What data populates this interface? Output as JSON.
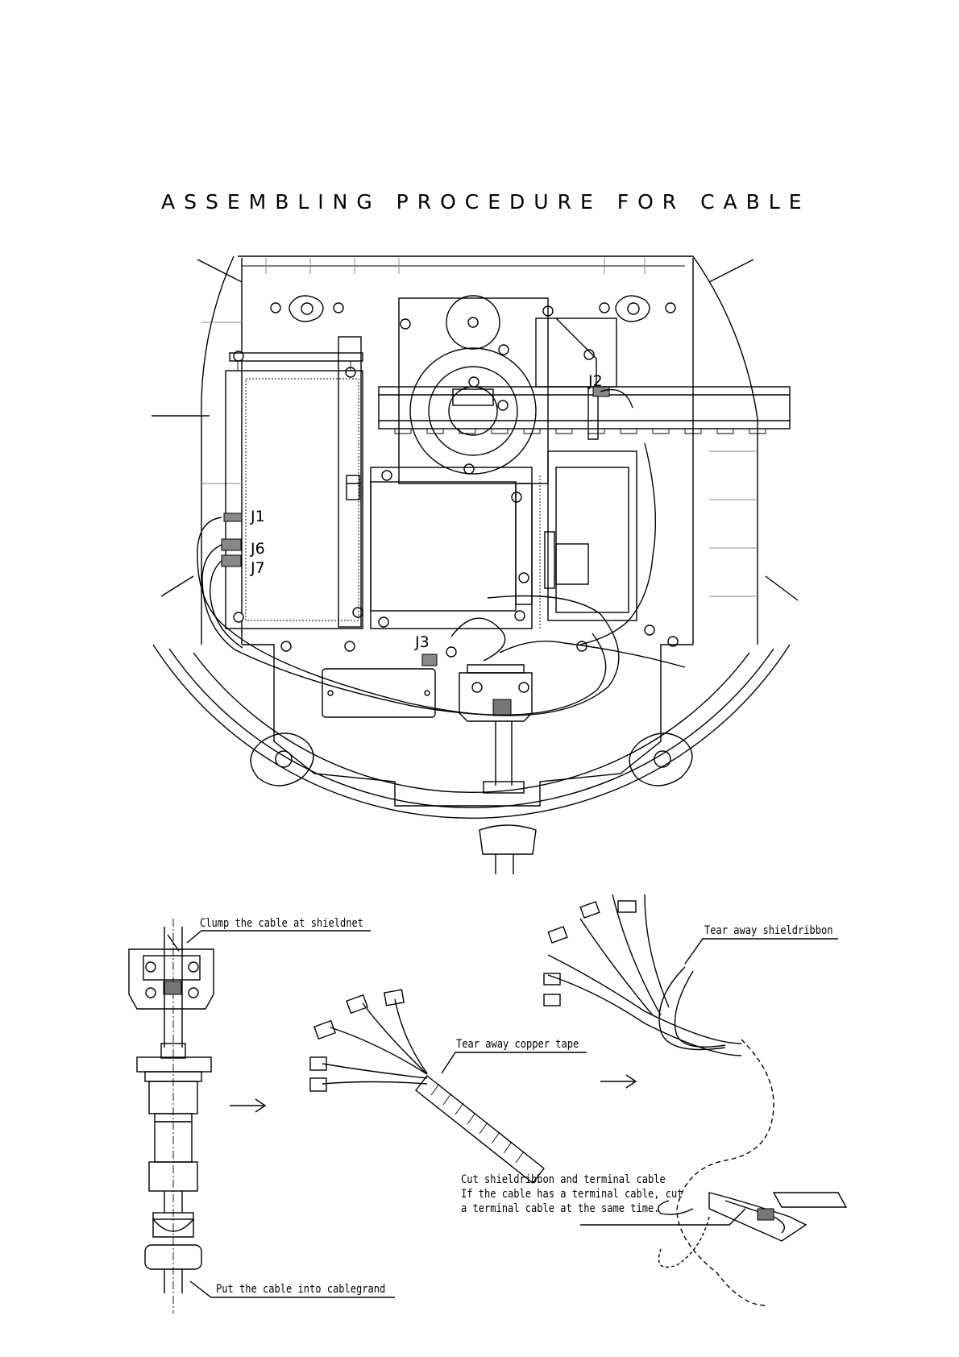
{
  "title": "ASSEMBLING PROCEDURE FOR CABLE",
  "connectors": {
    "j1": "J1",
    "j2": "J2",
    "j3": "J3",
    "j6": "J6",
    "j7": "J7"
  },
  "notes": {
    "clamp": "Clump the cable at shieldnet",
    "put_cable": "Put the cable into cablegrand",
    "copper_tape": "Tear away copper tape",
    "shield_ribbon": "Tear away shieldribbon",
    "cut_line1": "Cut shieldribbon and terminal cable",
    "cut_line2": "If the cable has a terminal cable, cut",
    "cut_line3": "a terminal cable at the same time."
  },
  "arrows": {
    "step1": "→",
    "step2": "→"
  }
}
